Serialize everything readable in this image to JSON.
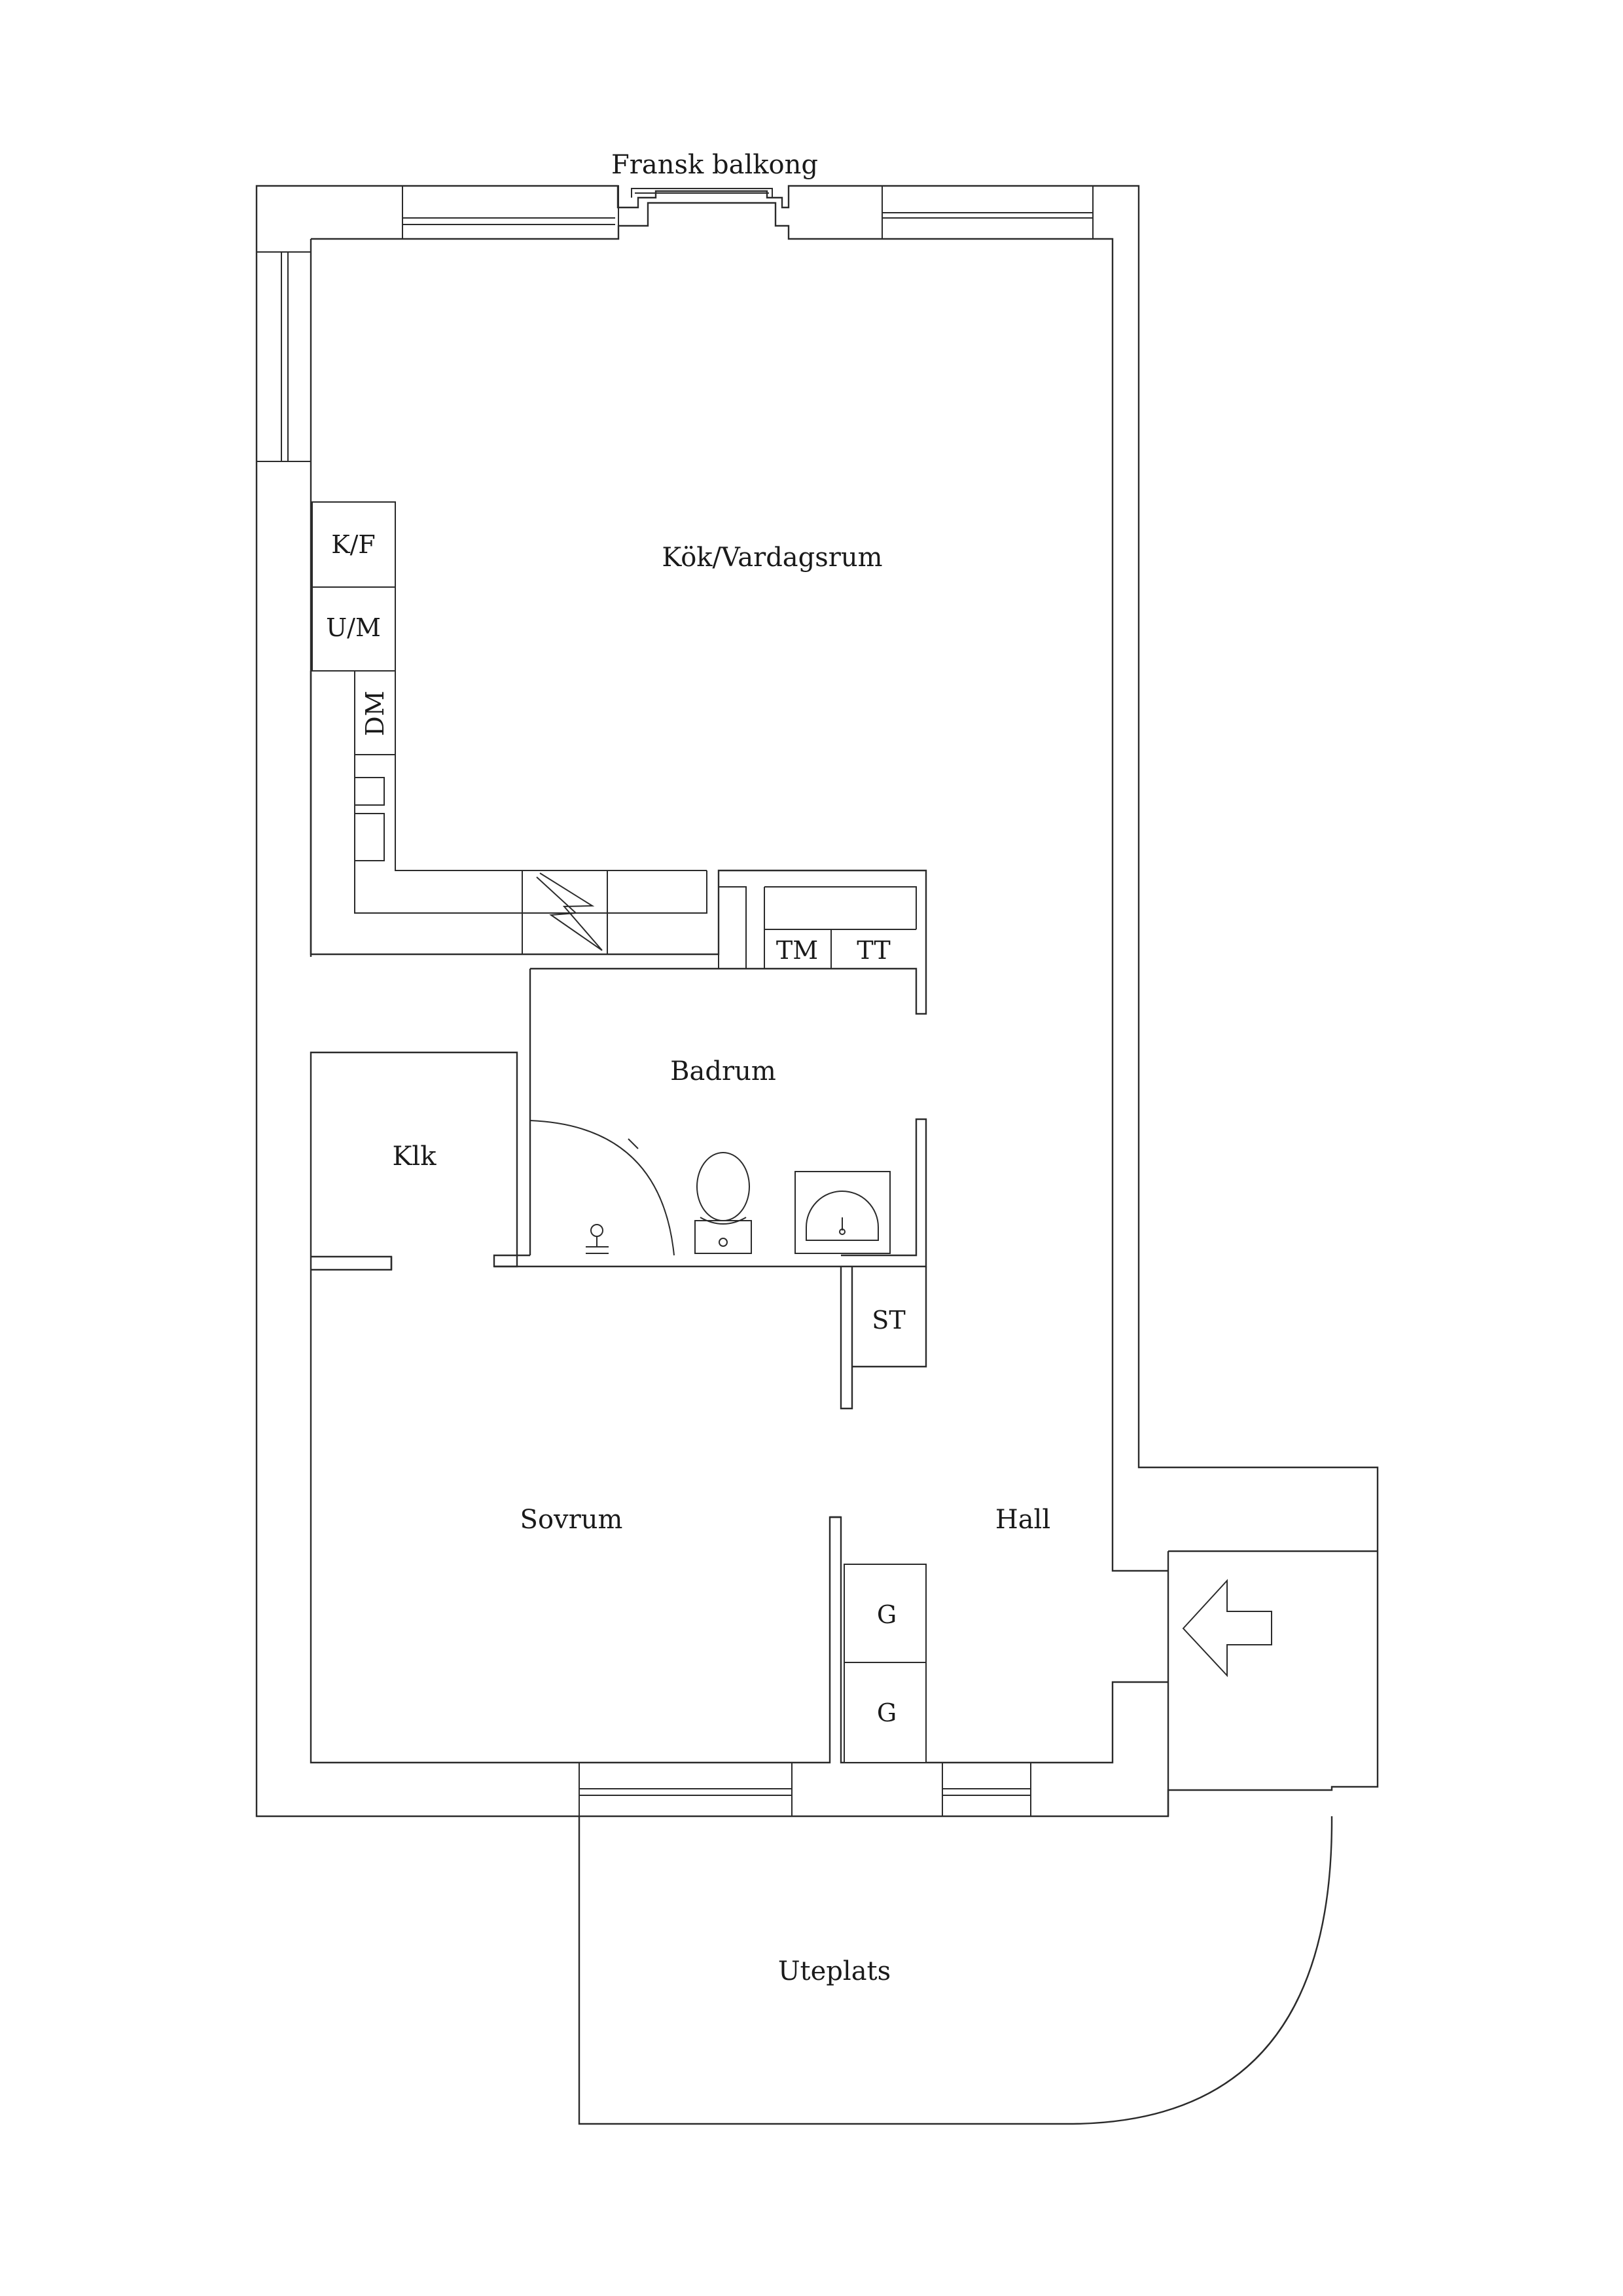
{
  "labels": {
    "balcony": "Fransk balkong",
    "living_kitchen": "Kök/Vardagsrum",
    "fridge_freezer": "K/F",
    "oven_microwave": "U/M",
    "dishwasher": "DM",
    "bathroom": "Badrum",
    "washing_machine": "TM",
    "tumble_dryer": "TT",
    "closet": "Klk",
    "storage": "ST",
    "bedroom": "Sovrum",
    "hall": "Hall",
    "wardrobe_1": "G",
    "wardrobe_2": "G",
    "patio": "Uteplats"
  },
  "icons": [
    "entrance-arrow-icon",
    "electrical-panel-icon",
    "toilet-icon",
    "sink-icon",
    "shower-tap-icon"
  ]
}
